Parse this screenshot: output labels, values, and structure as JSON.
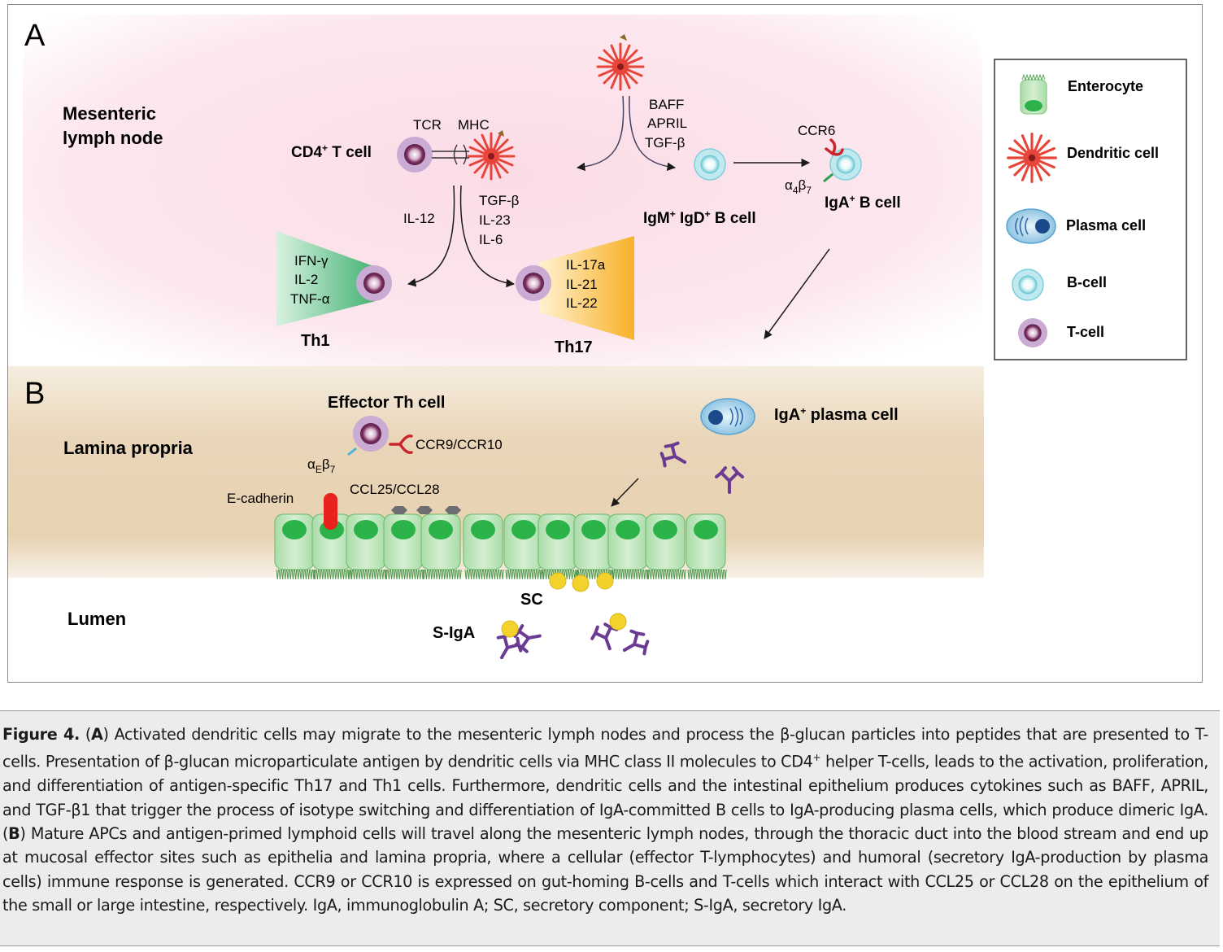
{
  "panelA": {
    "letter": "A",
    "region": "Mesenteric lymph node",
    "region_line1": "Mesenteric",
    "region_line2": "lymph node",
    "cd4_label": "CD4",
    "cd4_sup": "+",
    "cd4_rest": " T cell",
    "tcr": "TCR",
    "mhc": "MHC",
    "il12": "IL-12",
    "tgf_il23_il6": [
      "TGF-β",
      "IL-23",
      "IL-6"
    ],
    "th1_cytokines": [
      "IFN-γ",
      "IL-2",
      "TNF-α"
    ],
    "th1": "Th1",
    "th17_cytokines": [
      "IL-17a",
      "IL-21",
      "IL-22"
    ],
    "th17": "Th17",
    "dc_cytokines": [
      "BAFF",
      "APRIL",
      "TGF-β"
    ],
    "igm_label": "IgM",
    "igm_sup": "+",
    "igd_label": " IgD",
    "igd_sup": "+",
    "b_cell": " B cell",
    "ccr6": "CCR6",
    "a4b7": "α",
    "a4b7_sub1": "4",
    "a4b7_mid": "β",
    "a4b7_sub2": "7",
    "iga_label": "IgA",
    "iga_sup": "+",
    "iga_rest": " B cell"
  },
  "legend": {
    "items": [
      {
        "label": "Enterocyte",
        "icon": "enterocyte-icon"
      },
      {
        "label": "Dendritic cell",
        "icon": "dendritic-cell-icon"
      },
      {
        "label": "Plasma cell",
        "icon": "plasma-cell-icon"
      },
      {
        "label": "B-cell",
        "icon": "b-cell-icon"
      },
      {
        "label": "T-cell",
        "icon": "t-cell-icon"
      }
    ]
  },
  "panelB": {
    "letter": "B",
    "lamina": "Lamina propria",
    "lumen": "Lumen",
    "effector": "Effector Th cell",
    "ccr9": "CCR9/CCR10",
    "aeb7": "α",
    "aeb7_sub1": "E",
    "aeb7_mid": "β",
    "aeb7_sub2": "7",
    "ecadherin": "E-cadherin",
    "ccl25": "CCL25/CCL28",
    "iga_plasma_label": "IgA",
    "iga_plasma_sup": "+",
    "iga_plasma_rest": " plasma cell",
    "sc": "SC",
    "siga": "S-IgA"
  },
  "colors": {
    "pink_bg": "#fce6ee",
    "tan_bg": "#e8d4b6",
    "enterocyte_green": "#2bb34a",
    "dc_red": "#e8453a",
    "t_cell_purple": "#c3a7cf",
    "b_cell_cyan": "#bfe9ee",
    "th1_green": "#5cbf85",
    "th17_orange": "#fbbd3a",
    "antibody_purple": "#6b3a93",
    "sc_yellow": "#f3d22c"
  },
  "caption": {
    "fig_label": "Figure 4.",
    "part1_open": " (",
    "A": "A",
    "part1": ") Activated dendritic cells may migrate to the mesenteric lymph nodes and process the β-glucan particles into peptides that are presented to T-cells. Presentation of β-glucan microparticulate antigen by dendritic cells via MHC class II molecules to CD4",
    "sup1": "+",
    "part2": " helper T-cells, leads to the activation, proliferation, and differentiation of antigen-specific Th17 and Th1 cells. Furthermore, dendritic cells and the intestinal epithelium produces cytokines such as BAFF, APRIL, and TGF-β1 that trigger the process of isotype switching and differentiation of IgA-committed B cells to IgA-producing plasma cells, which produce dimeric IgA. (",
    "B": "B",
    "part3": ") Mature APCs and antigen-primed lymphoid cells will travel along the mesenteric lymph nodes, through the thoracic duct into the blood stream and end up at mucosal effector sites such as epithelia and lamina propria, where a cellular (effector T-lymphocytes) and humoral (secretory IgA-production by plasma cells) immune response is generated. CCR9 or CCR10 is expressed on gut-homing B-cells and T-cells which interact with CCL25 or CCL28 on the epithelium of the small or large intestine, respectively. IgA, immunoglobulin A; SC, secretory component; S-IgA, secretory IgA."
  }
}
